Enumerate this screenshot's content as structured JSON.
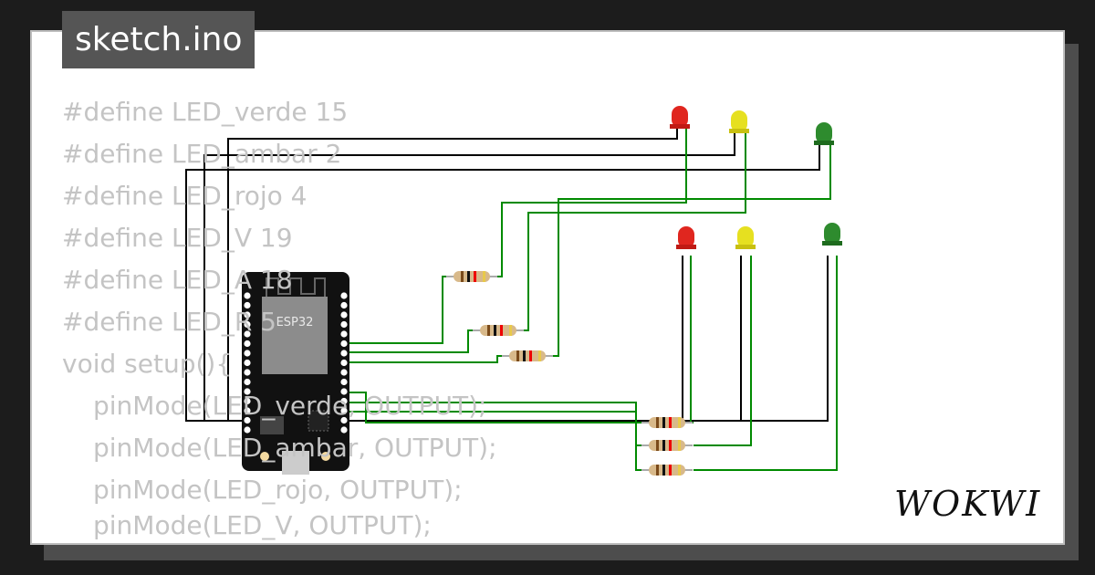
{
  "title": "sketch.ino",
  "code_lines": [
    "#define LED_verde 15",
    "#define LED_ambar 2",
    "#define LED_rojo 4",
    "#define LED_V 19",
    "#define LED_A 18",
    "#define LED_R 5",
    "void setup(){",
    "    pinMode(LED_verde, OUTPUT);",
    "    pinMode(LED_ambar, OUTPUT);",
    "    pinMode(LED_rojo, OUTPUT);",
    "    pinMode(LED_V, OUTPUT);"
  ],
  "board": {
    "label": "ESP32"
  },
  "logo": "WOKWI",
  "colors": {
    "wire_black": "#000000",
    "wire_green": "#008a00",
    "led_red": "#e0261f",
    "led_yellow": "#e6e020",
    "led_green": "#2e8b2e"
  }
}
